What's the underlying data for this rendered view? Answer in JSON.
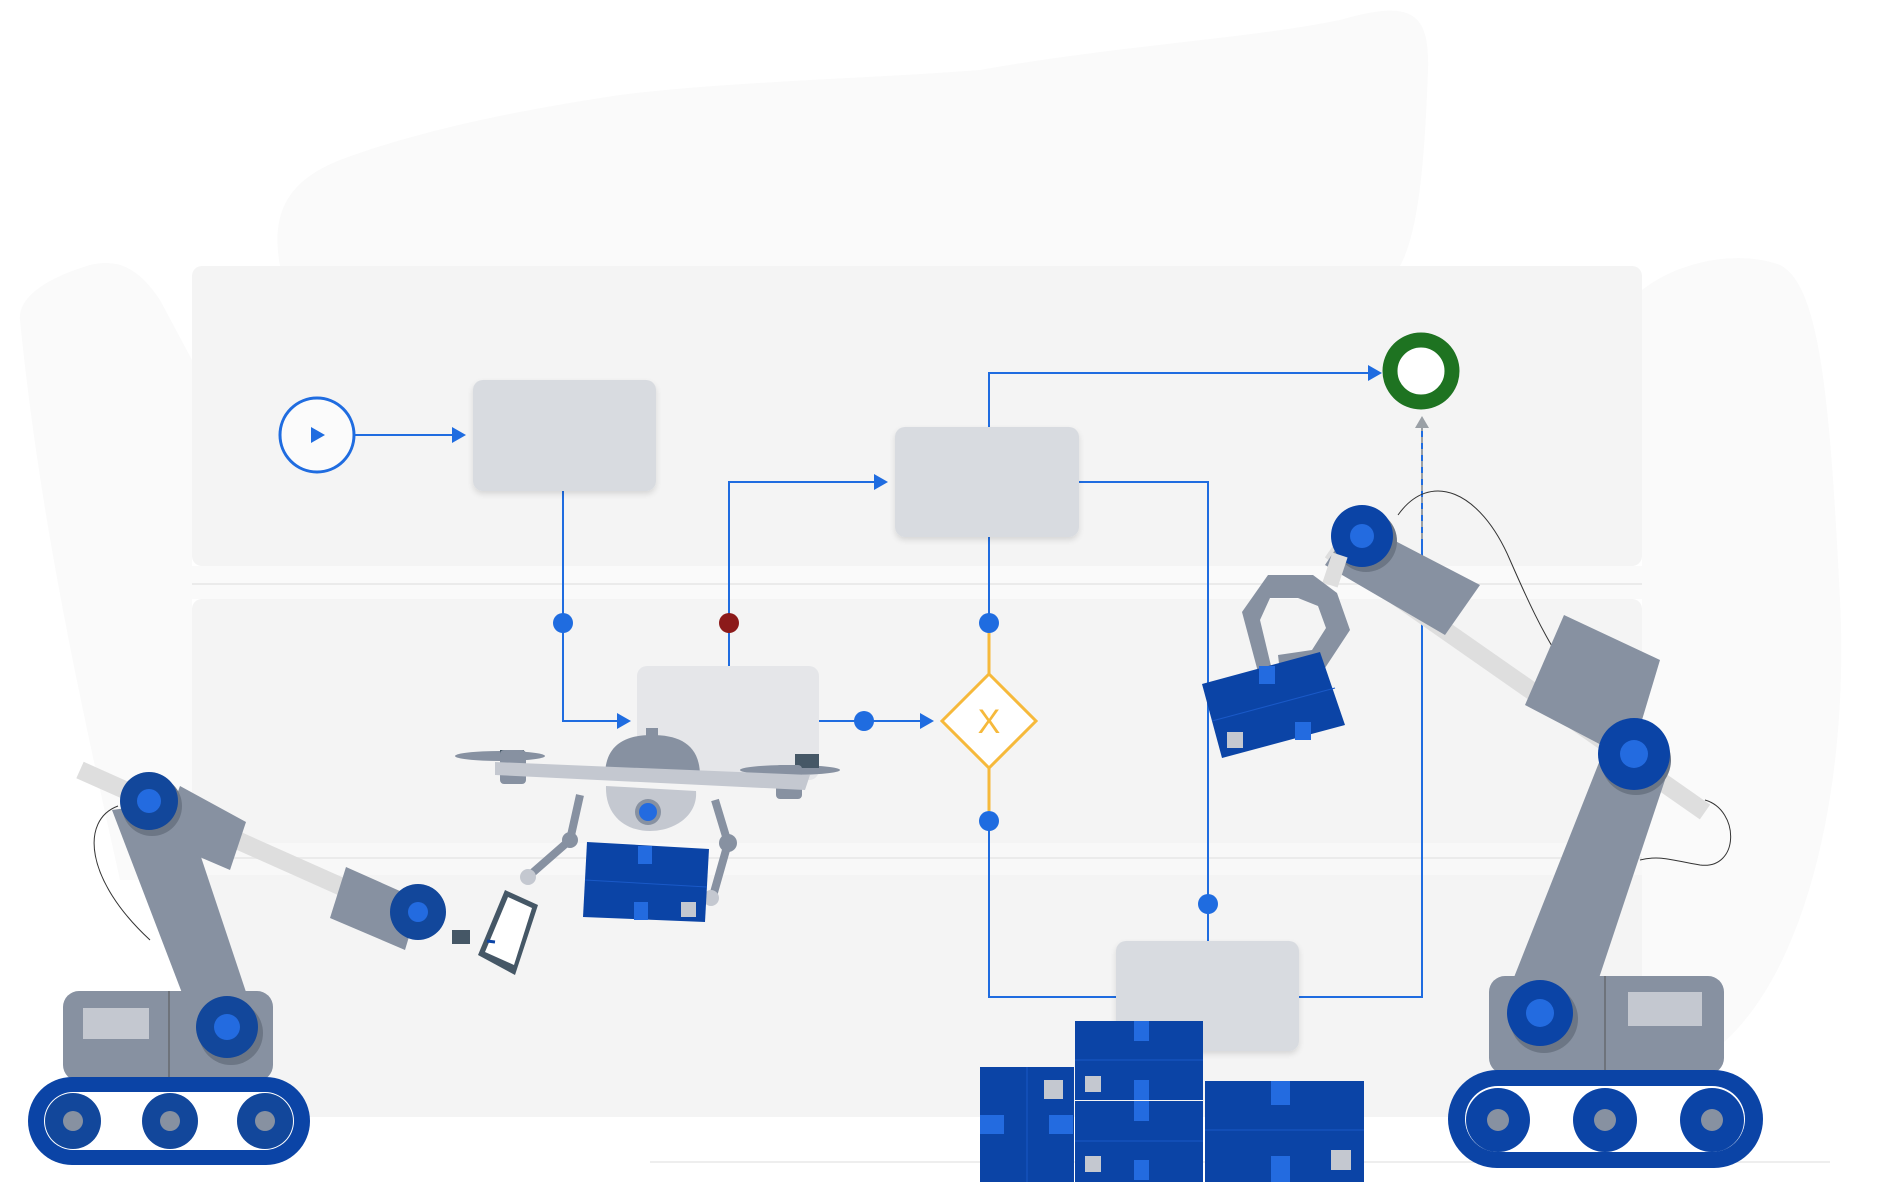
{
  "diagram": {
    "type": "process-flow-illustration",
    "colors": {
      "background": "#ffffff",
      "blob": "#fafafa",
      "lane": "#f4f4f4",
      "task": "#d8dbe0",
      "task_light": "#e5e6e9",
      "flow": "#1f6ce0",
      "start": "#1f6ce0",
      "end": "#1e7321",
      "gateway": "#f6b93b",
      "error_dot": "#8c1a1a",
      "robot_gray": "#8791a1",
      "robot_dark": "#6c7685",
      "robot_blue": "#0b44a6",
      "robot_blue_light": "#236be0",
      "rail": "#dedede",
      "window": "#c4c8d0"
    },
    "lanes": [
      {
        "name": "lane-top"
      },
      {
        "name": "lane-bottom"
      }
    ],
    "start_event": {
      "icon": "play-icon"
    },
    "end_event": {
      "icon": "end-ring-icon"
    },
    "gateway": {
      "label": "X"
    },
    "tasks": [
      {
        "name": "task-1"
      },
      {
        "name": "task-2"
      },
      {
        "name": "task-3"
      },
      {
        "name": "task-4"
      }
    ]
  }
}
